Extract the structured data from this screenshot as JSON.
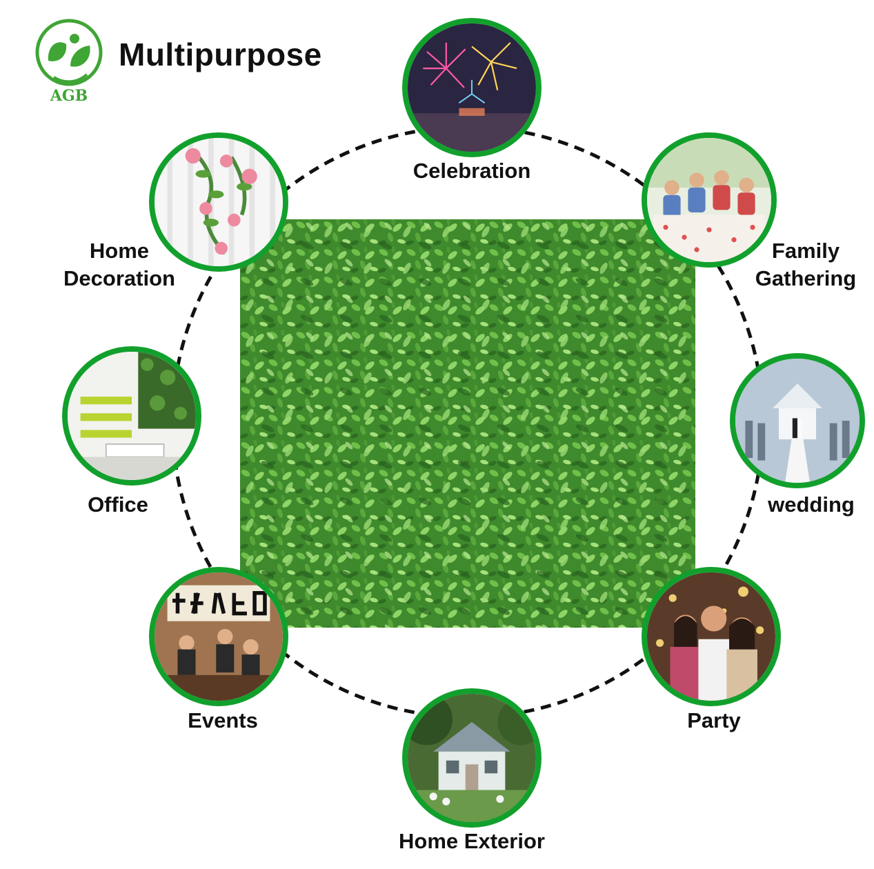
{
  "brand": {
    "logo_text": "AGB",
    "accent": "#12a02d",
    "logo_green": "#3fa535"
  },
  "title": "Multipurpose",
  "uses": {
    "celebration": {
      "label": "Celebration",
      "icon": "fireworks-icon"
    },
    "family": {
      "label_line1": "Family",
      "label_line2": "Gathering",
      "icon": "family-dinner-icon"
    },
    "wedding": {
      "label": "wedding",
      "icon": "wedding-aisle-icon"
    },
    "party": {
      "label": "Party",
      "icon": "party-sparklers-icon"
    },
    "exterior": {
      "label": "Home Exterior",
      "icon": "house-icon"
    },
    "events": {
      "label": "Events",
      "icon": "restaurant-event-icon"
    },
    "office": {
      "label": "Office",
      "icon": "office-interior-icon"
    },
    "decoration": {
      "label_line1": "Home",
      "label_line2": "Decoration",
      "icon": "flower-vine-icon"
    }
  }
}
